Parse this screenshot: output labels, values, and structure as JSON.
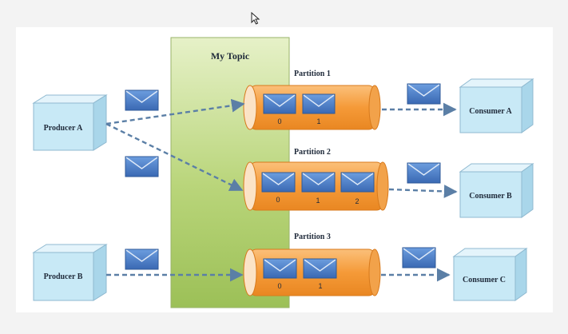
{
  "topic": {
    "title": "My Topic"
  },
  "producers": [
    {
      "name": "Producer A"
    },
    {
      "name": "Producer B"
    }
  ],
  "partitions": [
    {
      "label": "Partition 1",
      "messages": [
        "0",
        "1"
      ]
    },
    {
      "label": "Partition 2",
      "messages": [
        "0",
        "1",
        "2"
      ]
    },
    {
      "label": "Partition 3",
      "messages": [
        "0",
        "1"
      ]
    }
  ],
  "consumers": [
    {
      "name": "Consumer A"
    },
    {
      "name": "Consumer B"
    },
    {
      "name": "Consumer C"
    }
  ],
  "colors": {
    "topic_fill": "#b9d57a",
    "partition_fill": "#f59a38",
    "partition_cap": "#fbe3c6",
    "message_fill": "#4b7fc9",
    "box_face": "#c8e9f6",
    "box_border": "#8fb9d0",
    "arrow": "#5b7fa6"
  },
  "icons": [
    "envelope-icon",
    "cursor-icon"
  ]
}
